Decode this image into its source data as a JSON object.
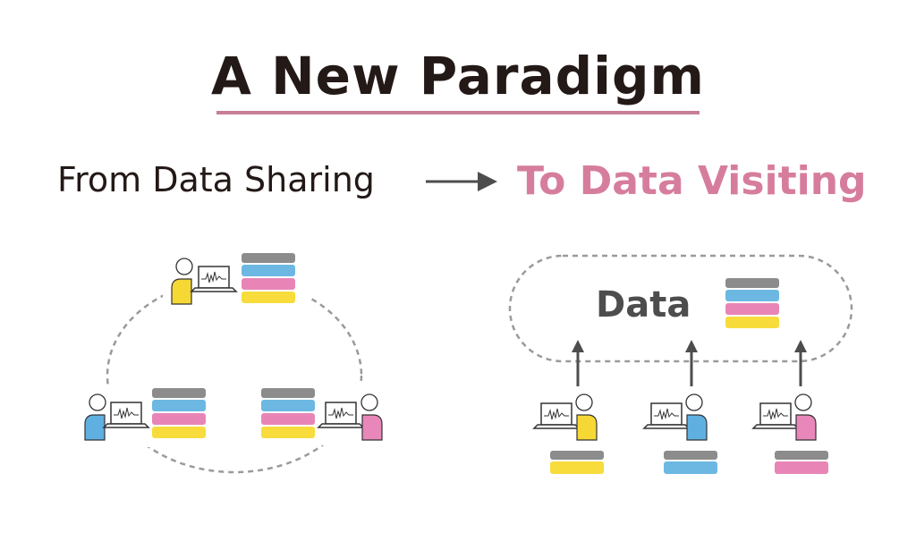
{
  "title": "A New Paradigm",
  "transition": {
    "from_label": "From Data Sharing",
    "to_label": "To Data Visiting"
  },
  "right_cloud": {
    "label": "Data"
  },
  "colors": {
    "title_text": "#231916",
    "accent_pink": "#d67d9d",
    "underline": "#c87d98",
    "db_blue": "#6cb8e3",
    "db_pink": "#e885b6",
    "db_yellow": "#f7dc3c",
    "db_top": "#8c8c8c",
    "person_yellow": "#f6d835",
    "person_blue": "#5fb0e0",
    "person_pink": "#e987ba",
    "dashed_line": "#9a9a9a",
    "arrow": "#4d4d4d"
  },
  "icons": [
    "researcher-icon",
    "laptop-icon",
    "database-icon",
    "arrow-right-icon",
    "arrow-up-icon"
  ]
}
